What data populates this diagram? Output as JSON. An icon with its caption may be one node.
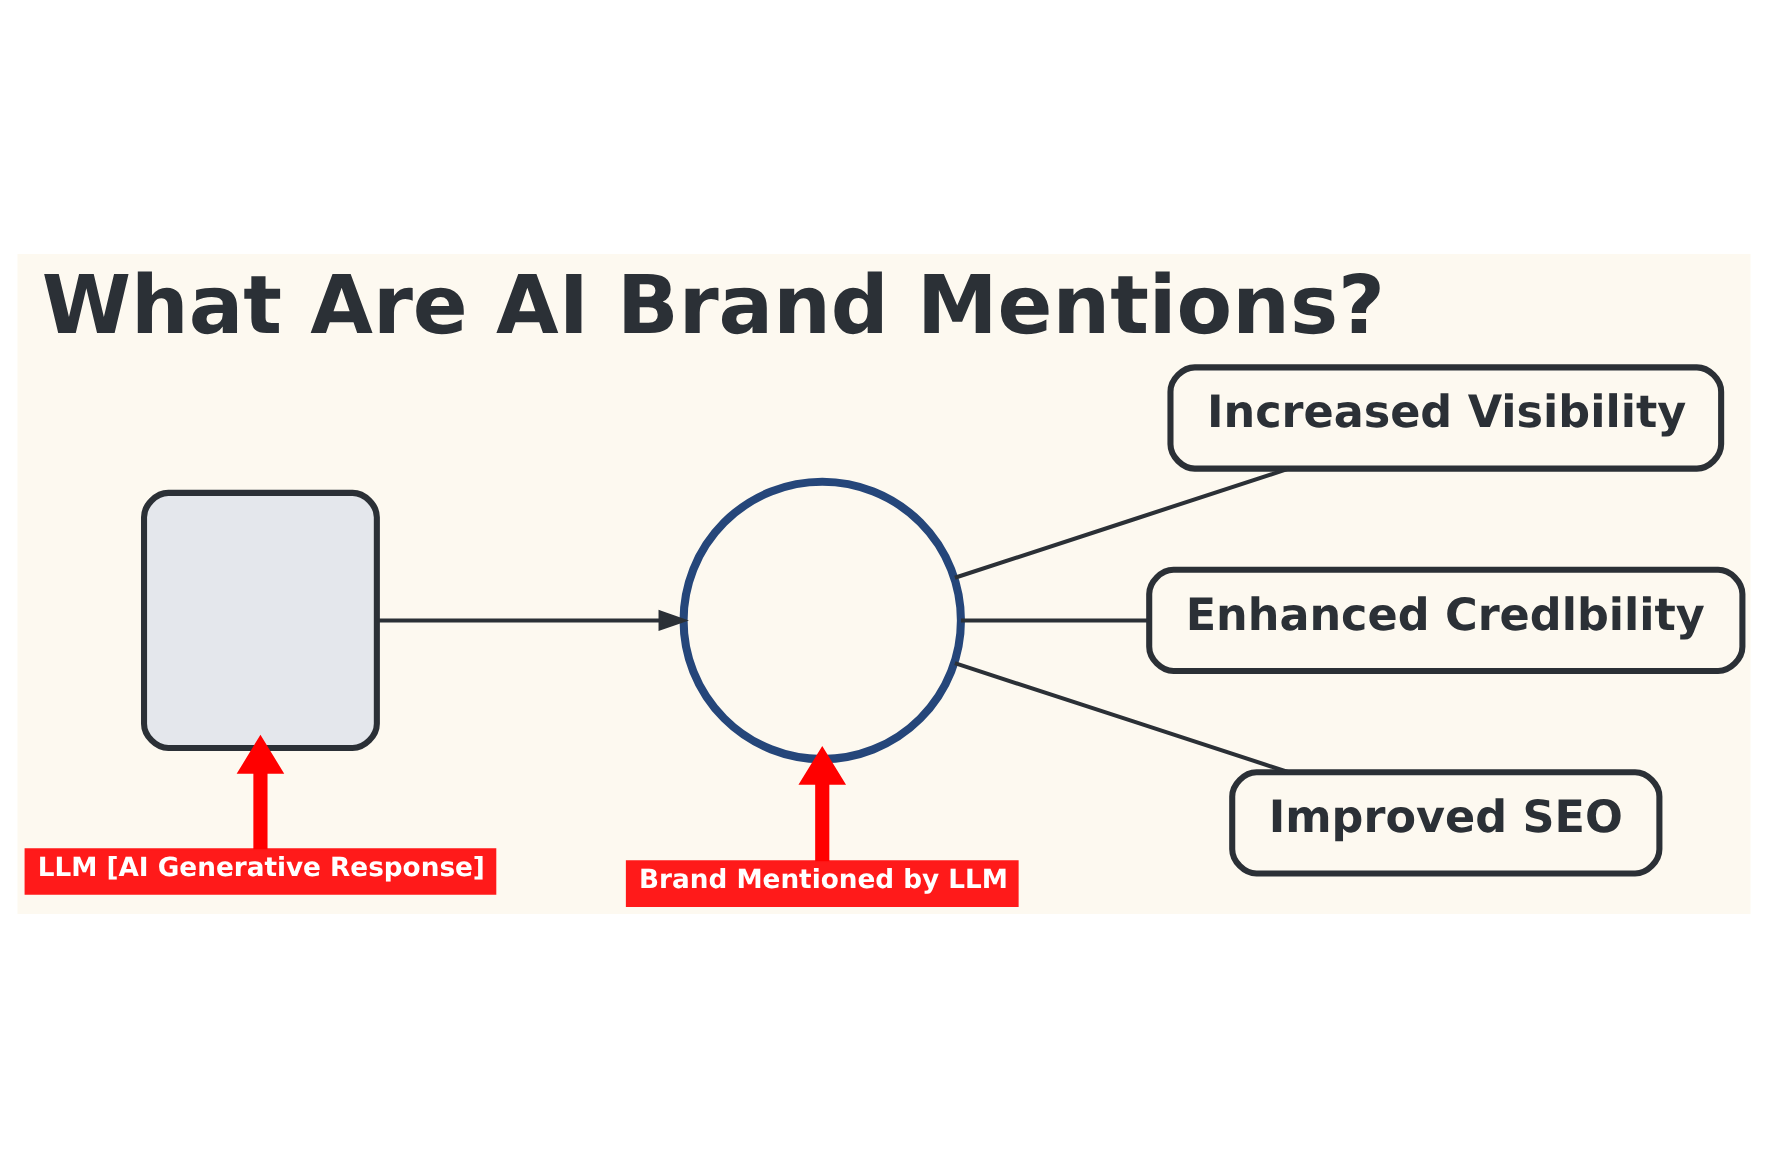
{
  "diagram": {
    "title": "What Are AI Brand Mentions?",
    "nodes": [
      {
        "text": [],
        "shape": "box"
      },
      {
        "text": [],
        "shape": "circle"
      },
      {
        "text": [
          "Increased Visibility"
        ]
      },
      {
        "text": [
          "Enhanced Credlbility"
        ]
      },
      {
        "text": [
          "Improved SEO"
        ]
      },
      {
        "text": [
          "LLM [AI Generative Response]"
        ]
      },
      {
        "text": [
          "Brand Mentioned by LLM"
        ]
      }
    ],
    "edges": [
      {
        "from": 0,
        "to": 1,
        "arrow": "to"
      },
      {
        "from": 1,
        "to": 2,
        "arrow": "none"
      },
      {
        "from": 1,
        "to": 3,
        "arrow": "none"
      },
      {
        "from": 1,
        "to": 4,
        "arrow": "none"
      },
      {
        "from": 5,
        "to": 0,
        "arrow": "to",
        "style": "thick",
        "color": "#ff0000"
      },
      {
        "from": 6,
        "to": 1,
        "arrow": "to",
        "style": "thick",
        "color": "#ff0000"
      }
    ]
  }
}
